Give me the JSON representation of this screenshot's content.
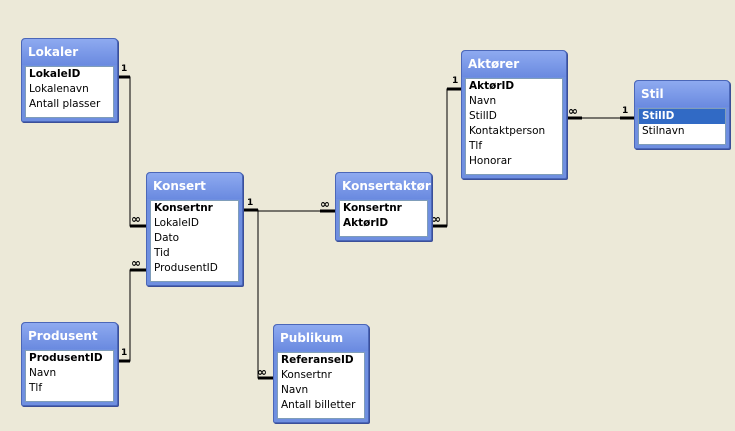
{
  "tables": {
    "lokaler": {
      "title": "Lokaler",
      "fields": [
        "LokaleID",
        "Lokalenavn",
        "Antall plasser"
      ]
    },
    "konsert": {
      "title": "Konsert",
      "fields": [
        "Konsertnr",
        "LokaleID",
        "Dato",
        "Tid",
        "ProdusentID"
      ]
    },
    "produsent": {
      "title": "Produsent",
      "fields": [
        "ProdusentID",
        "Navn",
        "Tlf"
      ]
    },
    "publikum": {
      "title": "Publikum",
      "fields": [
        "ReferanseID",
        "Konsertnr",
        "Navn",
        "Antall billetter"
      ]
    },
    "konsertaktor": {
      "title": "Konsertaktør",
      "fields": [
        "Konsertnr",
        "AktørID"
      ]
    },
    "aktorer": {
      "title": "Aktører",
      "fields": [
        "AktørID",
        "Navn",
        "StilID",
        "Kontaktperson",
        "Tlf",
        "Honorar"
      ]
    },
    "stil": {
      "title": "Stil",
      "fields": [
        "StilID",
        "Stilnavn"
      ]
    }
  },
  "cardinality": {
    "one": "1",
    "many": "∞"
  }
}
